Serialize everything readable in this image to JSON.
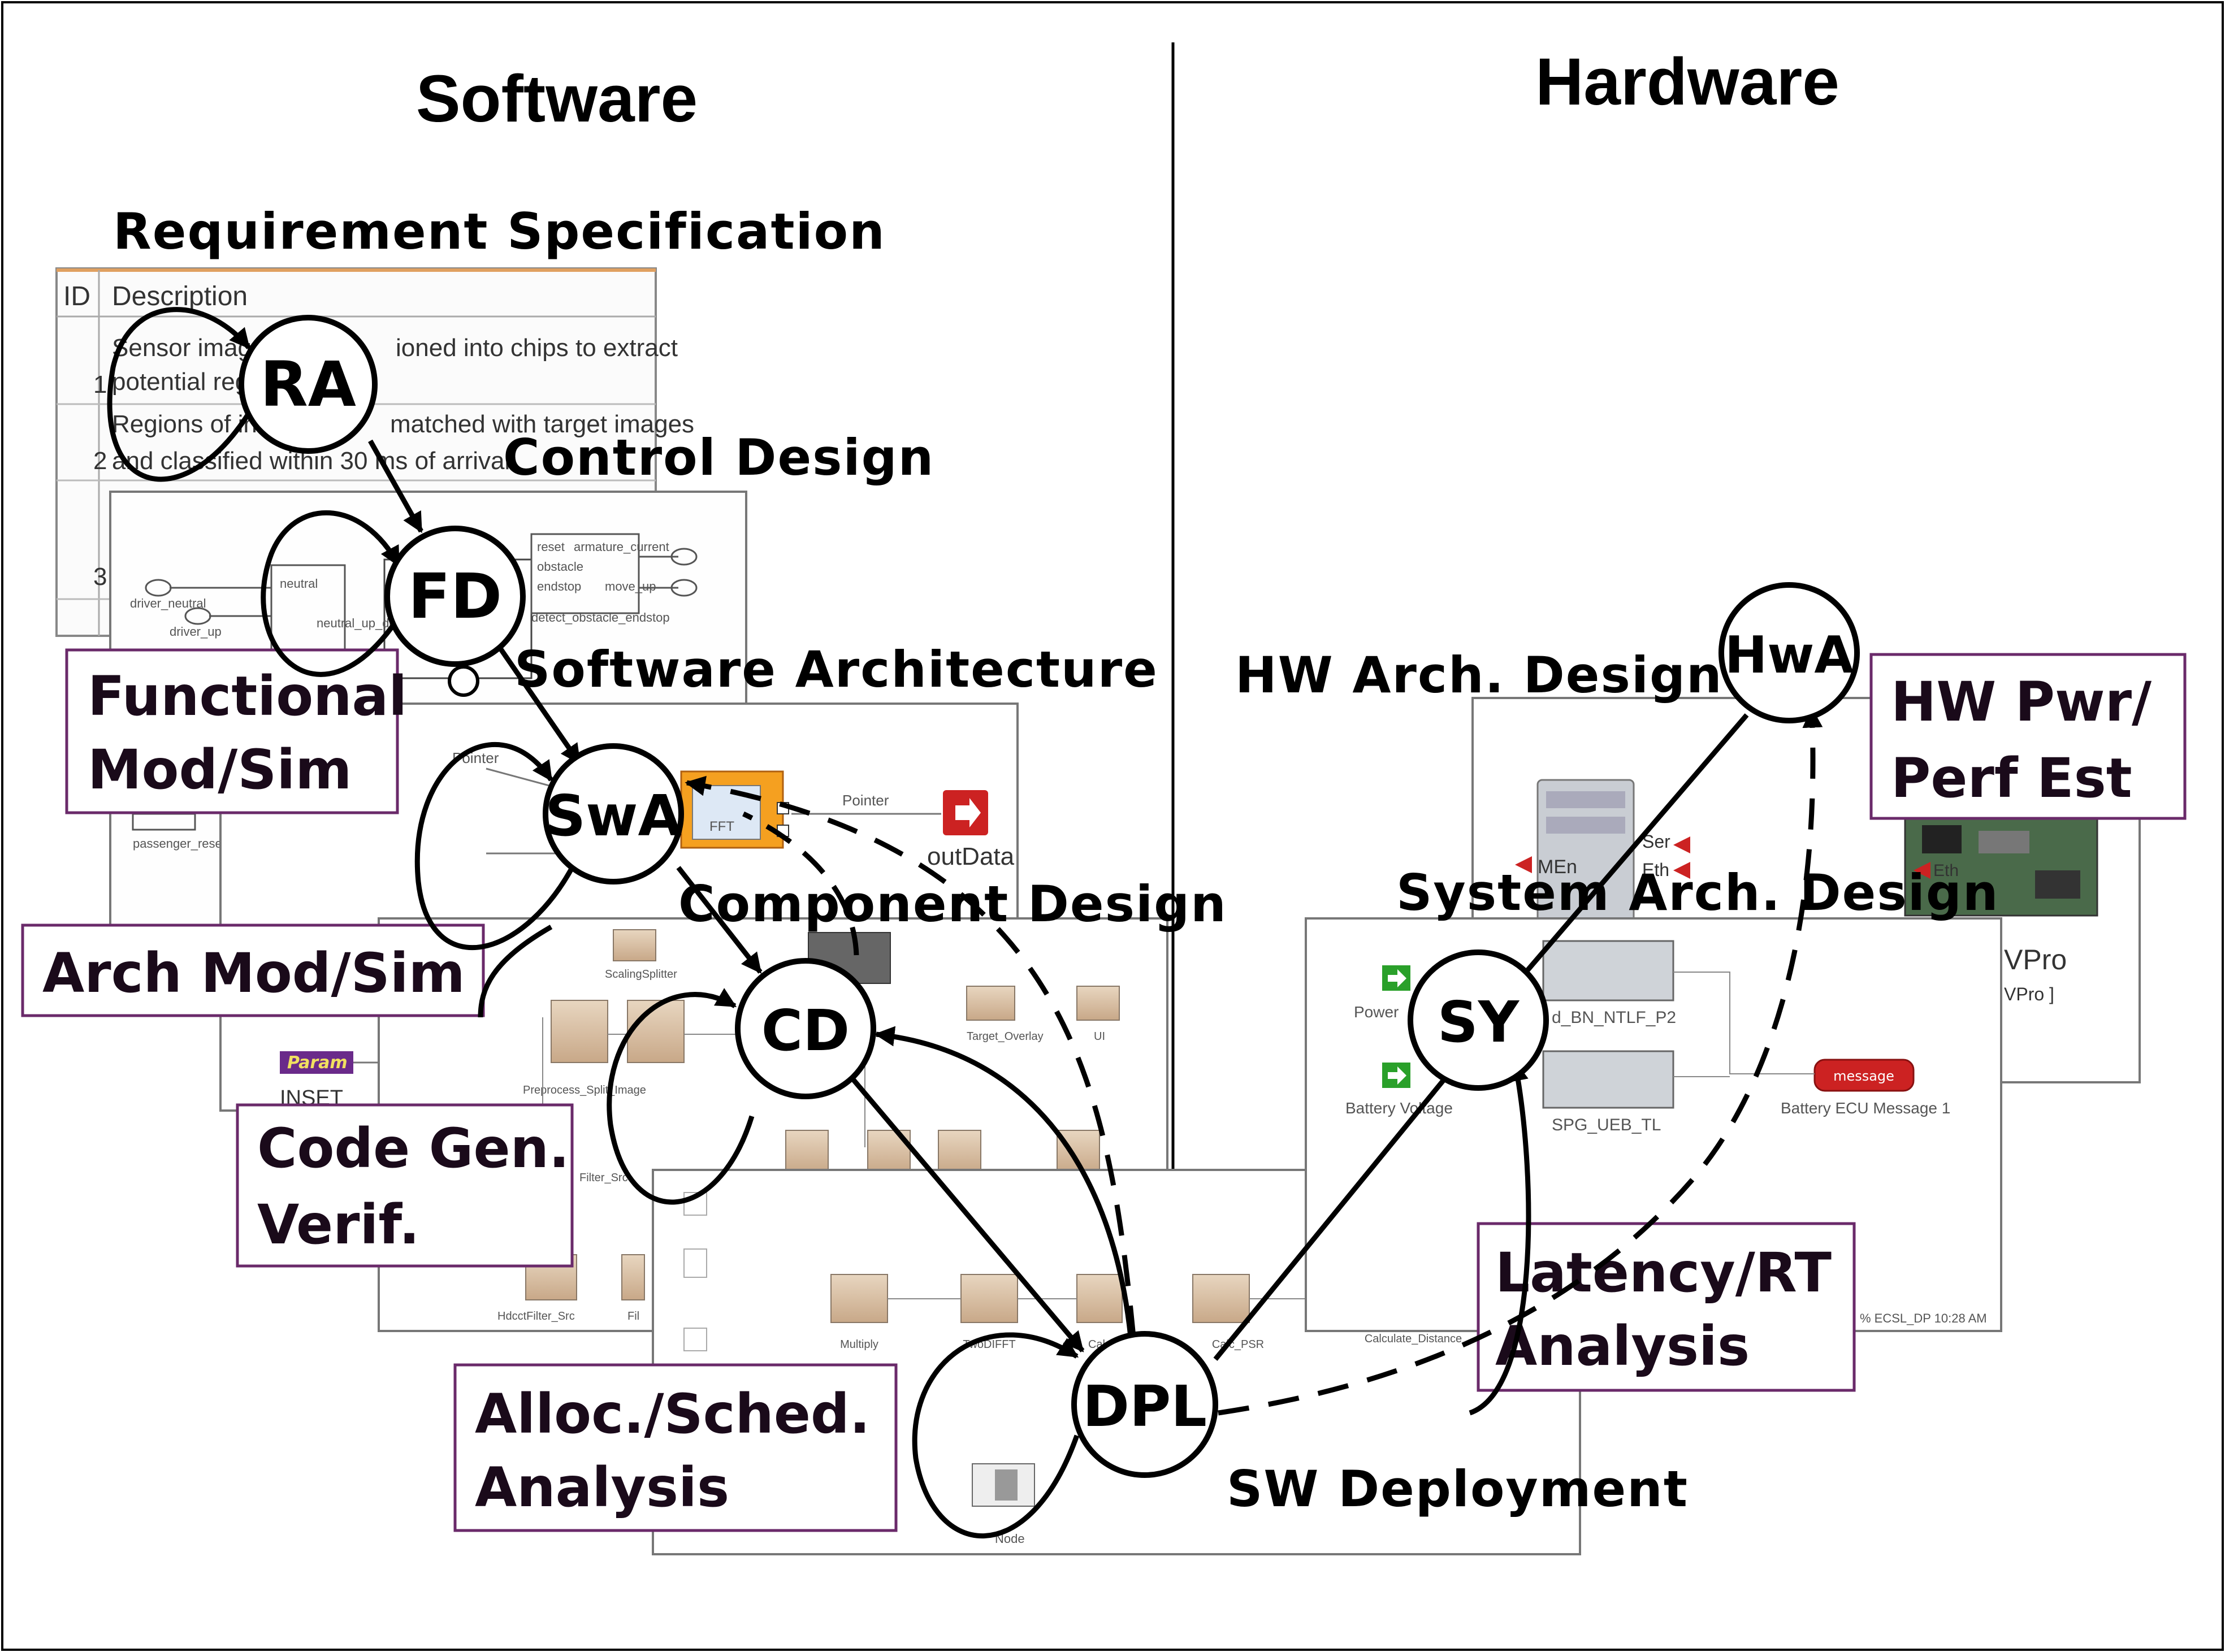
{
  "columns": {
    "software": "Software",
    "hardware": "Hardware"
  },
  "panels": {
    "requirement_spec": {
      "title": "Requirement Specification",
      "headers": [
        "ID",
        "Description"
      ],
      "rows": [
        {
          "id": "1",
          "line1": "Sensor image",
          "line1b": "ioned into chips to extract",
          "line2": "potential regio"
        },
        {
          "id": "2",
          "line1": "Regions of inter",
          "line1b": "matched with target images",
          "line2": "and classified within 30 ms of arrival"
        },
        {
          "id": "3"
        }
      ]
    },
    "control_design": {
      "title": "Control Design",
      "ports": [
        "driver_neutral",
        "driver_up",
        "reset",
        "obstacle",
        "endstop",
        "armature_current",
        "move_up",
        "detect_obstacle_endstop",
        "neutral",
        "neutral_up_down",
        "passenger_reset"
      ]
    },
    "software_architecture": {
      "title": "Software Architecture",
      "pointer_left": "Pointer",
      "pointer_right": "Pointer",
      "out_label": "outData",
      "param": "Param",
      "inset": "INSET",
      "fft": "FFT"
    },
    "component_design": {
      "title": "Component Design",
      "blocks": [
        "ScalingSplitter",
        "Preprocess_Split_Image",
        "Target_Overlay",
        "UI",
        "Filter_Src",
        "HdcctFilter_Src",
        "Fil"
      ]
    },
    "sw_deployment": {
      "title": "SW Deployment",
      "blocks": [
        "Multiply",
        "TwoDIFFT",
        "Calc",
        "Calc_PSR",
        "Calculate_Distance"
      ],
      "node": "Node"
    },
    "hw_arch_design": {
      "title": "HW Arch. Design",
      "labels": [
        "MEn",
        "Ser",
        "Eth",
        "Eth"
      ]
    },
    "system_arch_design": {
      "title": "System Arch. Design",
      "blocks": [
        "d_BN_NTLF_P2",
        "SPG_UEB_TL",
        "Battery ECU Message 1"
      ],
      "inputs": [
        "Power",
        "Battery Voltage"
      ],
      "right_labels": [
        "VPro",
        "VPro ]"
      ],
      "status": "% ECSL_DP  10:28 AM",
      "message": "message"
    }
  },
  "nodes": [
    {
      "id": "RA",
      "label": "RA"
    },
    {
      "id": "FD",
      "label": "FD"
    },
    {
      "id": "SwA",
      "label": "SwA"
    },
    {
      "id": "CD",
      "label": "CD"
    },
    {
      "id": "DPL",
      "label": "DPL"
    },
    {
      "id": "SY",
      "label": "SY"
    },
    {
      "id": "HwA",
      "label": "HwA"
    }
  ],
  "callouts": {
    "functional": {
      "line1": "Functional",
      "line2": "Mod/Sim"
    },
    "arch": {
      "line1": "Arch Mod/Sim"
    },
    "codegen": {
      "line1": "Code Gen.",
      "line2": "Verif."
    },
    "alloc": {
      "line1": "Alloc./Sched.",
      "line2": "Analysis"
    },
    "hwpwr": {
      "line1": "HW Pwr/",
      "line2": "Perf Est"
    },
    "latency": {
      "line1": "Latency/RT",
      "line2": "Analysis"
    }
  },
  "colors": {
    "callout_border": "#6a2a6a",
    "block_fill": "#d9c2a6",
    "accent_red": "#cc2222",
    "green": "#2aa02a"
  }
}
